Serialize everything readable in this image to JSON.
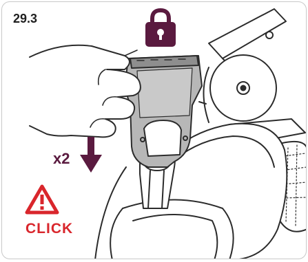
{
  "step_number": "29.3",
  "repeat_count": "x2",
  "click_label": "CLICK",
  "icons": {
    "lock": "lock-icon",
    "arrow": "arrow-down-icon",
    "warning": "warning-triangle-icon"
  },
  "colors": {
    "accent": "#5a1a3f",
    "alert": "#d9262c",
    "line": "#2b2b2b",
    "shade": "#9a9a9a"
  }
}
